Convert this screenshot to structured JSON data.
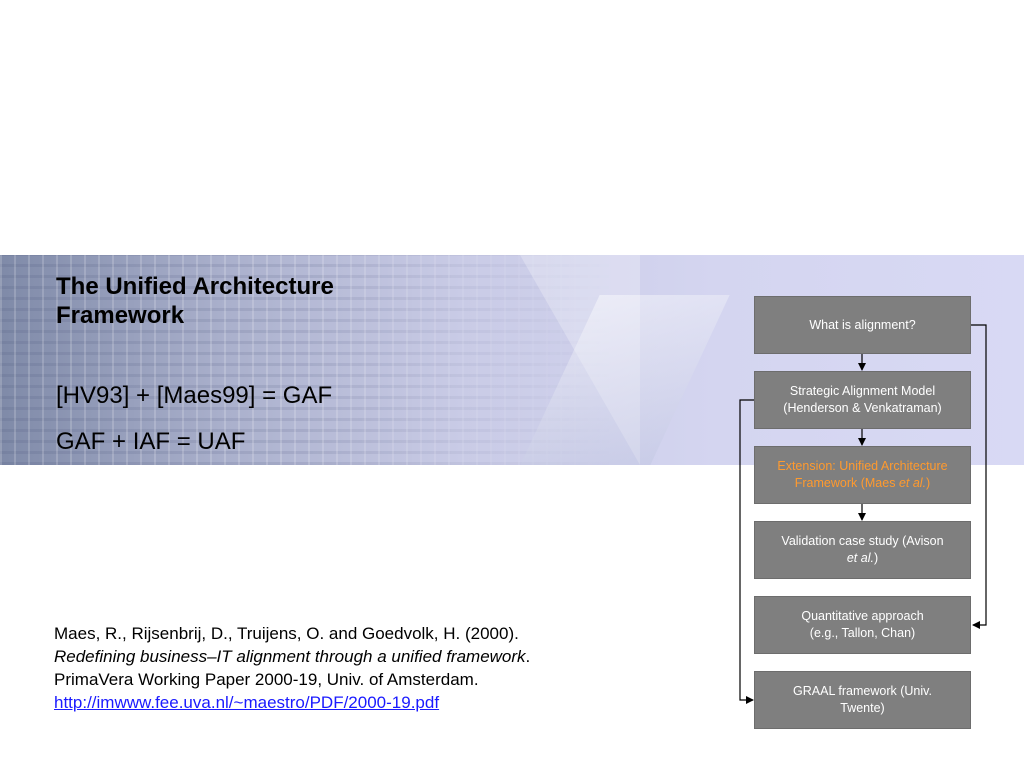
{
  "slide": {
    "title": "The Unified Architecture Framework",
    "equations": [
      "[HV93] + [Maes99] = GAF",
      "GAF + IAF = UAF"
    ],
    "reference": {
      "line1": "Maes, R., Rijsenbrij, D., Truijens, O. and Goedvolk, H. (2000).",
      "line2_italic": "Redefining business–IT alignment through a unified framework",
      "line2_tail": ".",
      "line3": "PrimaVera Working Paper 2000-19, Univ. of Amsterdam.",
      "link": "http://imwww.fee.uva.nl/~maestro/PDF/2000-19.pdf"
    }
  },
  "flow": {
    "box1": "What is alignment?",
    "box2_line1": "Strategic Alignment Model",
    "box2_line2": "(Henderson & Venkatraman)",
    "box3_line1": "Extension: Unified Architecture",
    "box3_line2_pre": "Framework (Maes ",
    "box3_line2_it": "et al.",
    "box3_line2_post": ")",
    "box4_line1": "Validation case study (Avison",
    "box4_line2_it": "et al.",
    "box4_line2_post": ")",
    "box5_line1": "Quantitative approach",
    "box5_line2": "(e.g., Tallon, Chan)",
    "box6_line1": "GRAAL framework (Univ.",
    "box6_line2": "Twente)",
    "highlight_color": "#ff9a2e",
    "box_color": "#7f7f7f"
  }
}
